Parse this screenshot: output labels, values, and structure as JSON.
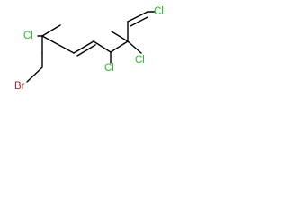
{
  "molecule": {
    "atoms": {
      "cl_top_right": "Cl",
      "cl_left": "Cl",
      "cl_mid_right": "Cl",
      "cl_mid_lower": "Cl",
      "br_bottom": "Br"
    },
    "colors": {
      "bond": "#000000",
      "chlorine": "#22c322",
      "bromine": "#a52a2a"
    }
  }
}
